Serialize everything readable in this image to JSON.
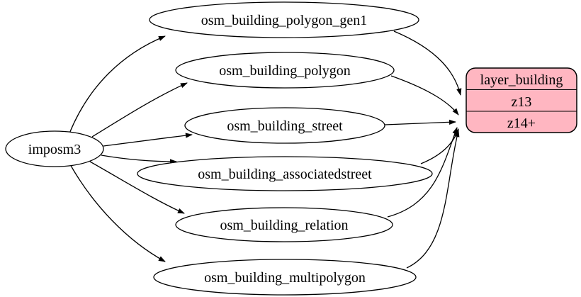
{
  "diagram": {
    "background_color": "#ffffff",
    "edge_color": "#000000",
    "source_node": {
      "label": "imposm3"
    },
    "table_nodes": [
      {
        "label": "osm_building_polygon_gen1",
        "feeds_row": "z13"
      },
      {
        "label": "osm_building_polygon",
        "feeds_row": "z14+"
      },
      {
        "label": "osm_building_street",
        "feeds_row": "z14+"
      },
      {
        "label": "osm_building_associatedstreet",
        "feeds_row": "z14+"
      },
      {
        "label": "osm_building_relation",
        "feeds_row": "z14+"
      },
      {
        "label": "osm_building_multipolygon",
        "feeds_row": "z14+"
      }
    ],
    "layer_node": {
      "title": "layer_building",
      "rows": [
        "z13",
        "z14+"
      ],
      "fill_color": "#ffb6c1",
      "stroke_color": "#000000"
    },
    "edges": [
      {
        "from": "imposm3",
        "to": "osm_building_polygon_gen1"
      },
      {
        "from": "imposm3",
        "to": "osm_building_polygon"
      },
      {
        "from": "imposm3",
        "to": "osm_building_street"
      },
      {
        "from": "imposm3",
        "to": "osm_building_associatedstreet"
      },
      {
        "from": "imposm3",
        "to": "osm_building_relation"
      },
      {
        "from": "imposm3",
        "to": "osm_building_multipolygon"
      },
      {
        "from": "osm_building_polygon_gen1",
        "to": "layer_building:z13"
      },
      {
        "from": "osm_building_polygon",
        "to": "layer_building:z14+"
      },
      {
        "from": "osm_building_street",
        "to": "layer_building:z14+"
      },
      {
        "from": "osm_building_associatedstreet",
        "to": "layer_building:z14+"
      },
      {
        "from": "osm_building_relation",
        "to": "layer_building:z14+"
      },
      {
        "from": "osm_building_multipolygon",
        "to": "layer_building:z14+"
      }
    ]
  }
}
